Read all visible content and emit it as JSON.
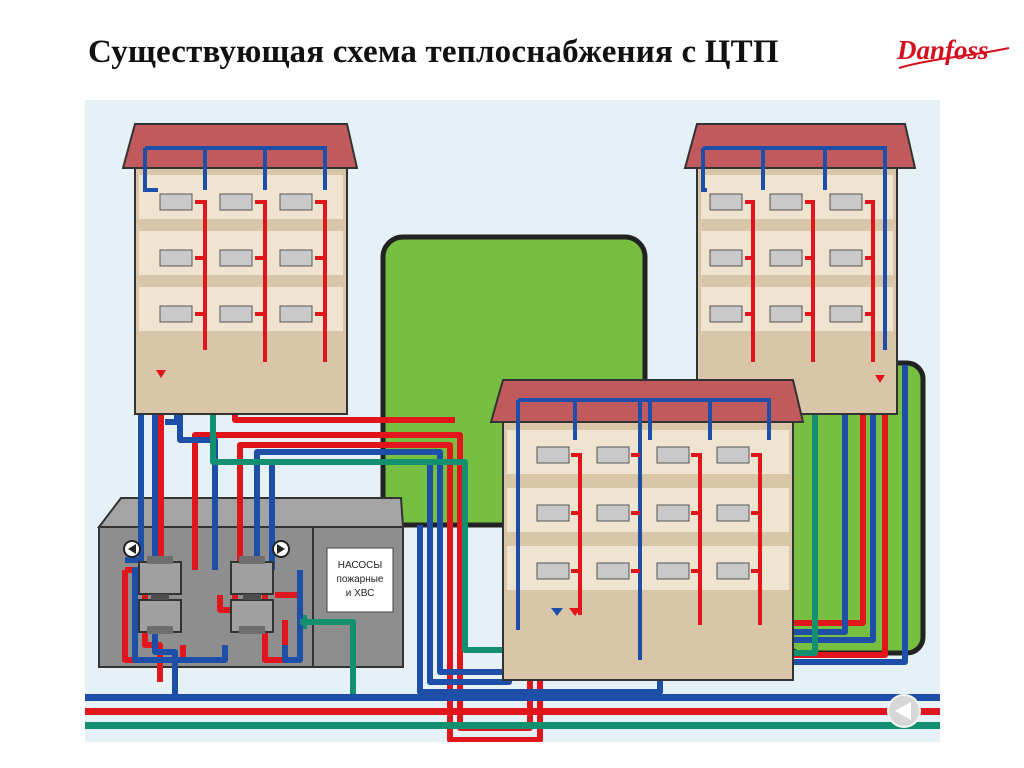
{
  "slide": {
    "title": "Существующая схема теплоснабжения с ЦТП"
  },
  "logo": {
    "text": "Danfoss",
    "color": "#d4101e"
  },
  "diagram": {
    "pump_station_label": [
      "НАСОСЫ",
      "пожарные",
      "и ХВС"
    ],
    "colors": {
      "background": "#e6f1f7",
      "supply_pipe": "#e0161c",
      "return_pipe": "#1e4fa8",
      "cold_water_pipe": "#12906f",
      "roof": "#c05a5c",
      "wall": "#d9c6a8",
      "green_area": "#76bf41",
      "station": "#8e8e8e"
    }
  }
}
